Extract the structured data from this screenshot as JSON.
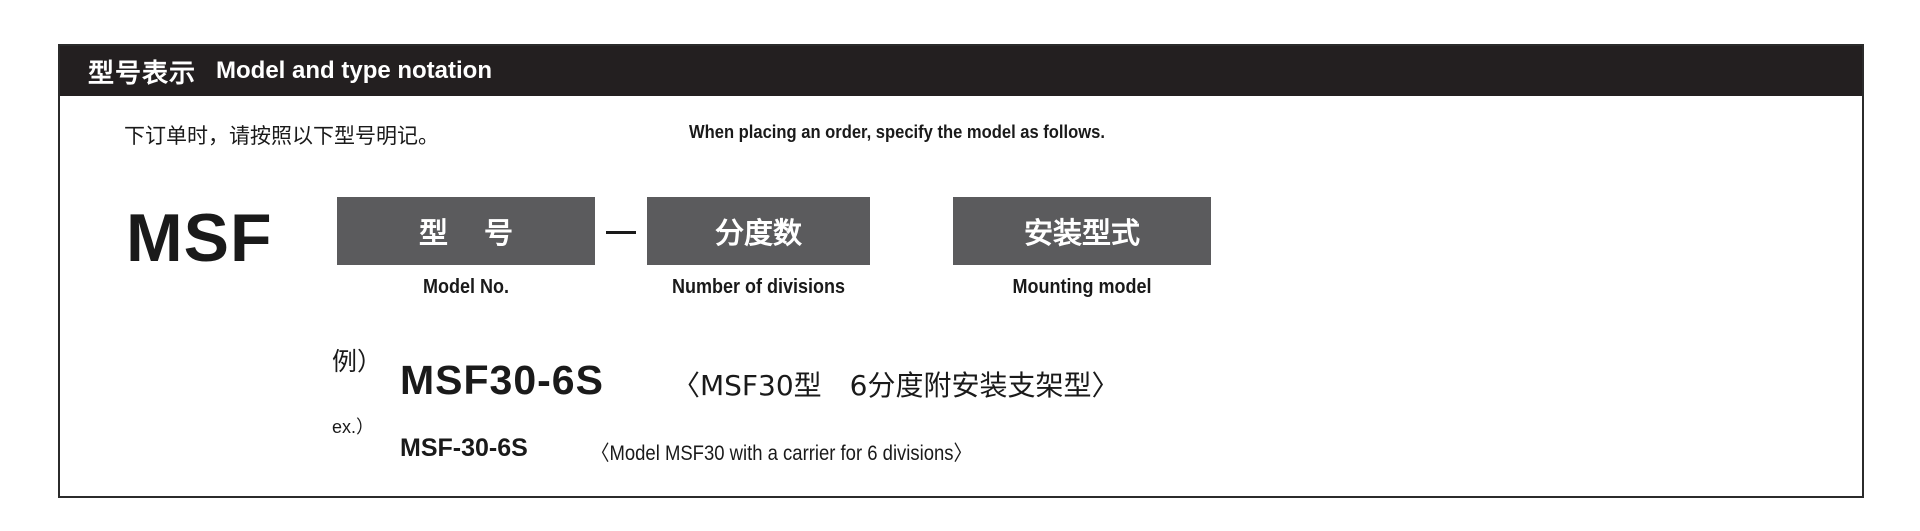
{
  "header": {
    "title_cn": "型号表示",
    "title_en": "Model and type notation"
  },
  "intro": {
    "cn": "下订单时，请按照以下型号明记。",
    "en": "When placing an order, specify the model as follows."
  },
  "notation": {
    "prefix": "MSF",
    "separator": "–",
    "segments": [
      {
        "label_cn": "型号",
        "label_en": "Model No."
      },
      {
        "label_cn": "分度数",
        "label_en": "Number of divisions"
      },
      {
        "label_cn": "安装型式",
        "label_en": "Mounting model"
      }
    ]
  },
  "example_cn": {
    "mark": "例）",
    "code": "MSF30-6S",
    "description": "〈MSF30型　6分度附安装支架型〉"
  },
  "example_en": {
    "mark": "ex.）",
    "code": "MSF-30-6S",
    "description": "〈Model MSF30 with a carrier for 6 divisions〉"
  },
  "colors": {
    "header_bg": "#231f20",
    "segment_bg": "#5b5b5d",
    "text": "#1a1a1a"
  }
}
